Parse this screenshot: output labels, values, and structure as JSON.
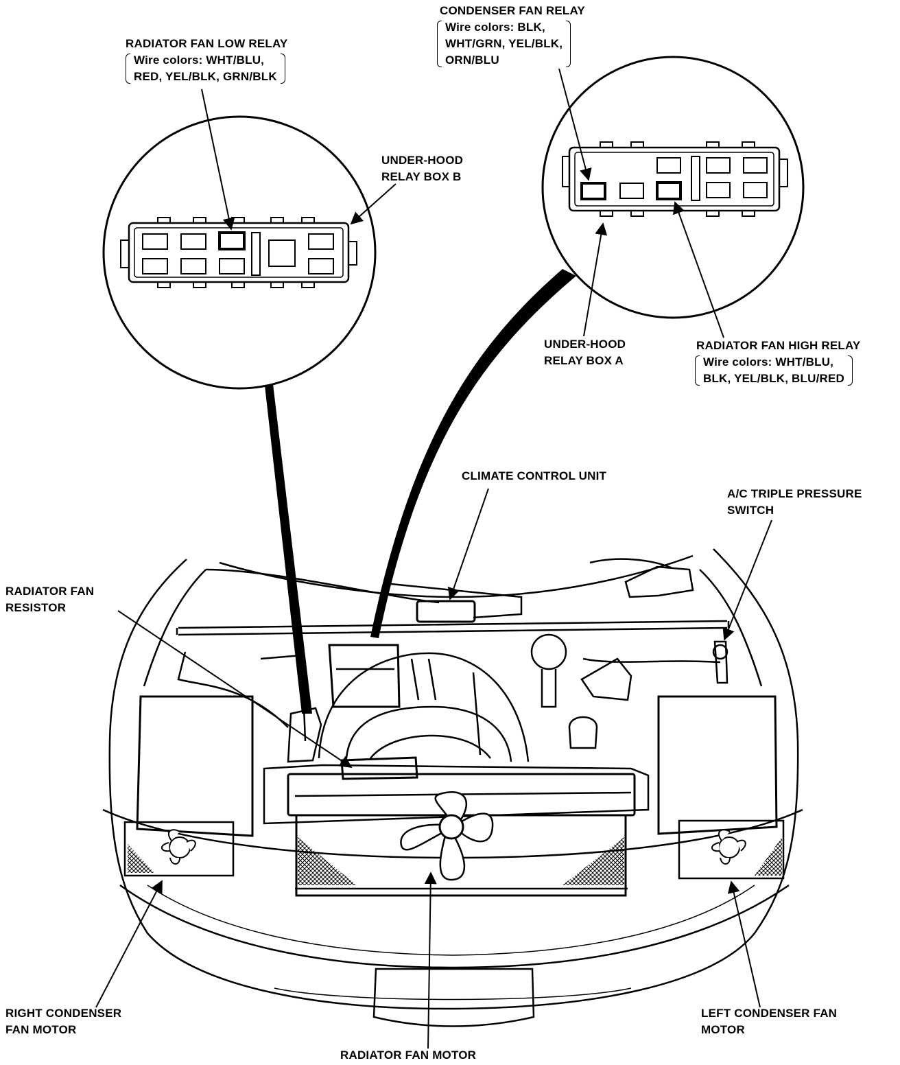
{
  "labels": {
    "radiator_fan_low_relay": {
      "title": "RADIATOR FAN LOW RELAY",
      "colors_line1": "Wire colors: WHT/BLU,",
      "colors_line2": "RED, YEL/BLK, GRN/BLK"
    },
    "condenser_fan_relay": {
      "title": "CONDENSER FAN RELAY",
      "colors_line1": "Wire colors: BLK,",
      "colors_line2": "WHT/GRN, YEL/BLK,",
      "colors_line3": "ORN/BLU"
    },
    "relay_box_b": {
      "line1": "UNDER-HOOD",
      "line2": "RELAY BOX B"
    },
    "relay_box_a": {
      "line1": "UNDER-HOOD",
      "line2": "RELAY BOX A"
    },
    "radiator_fan_high_relay": {
      "title": "RADIATOR FAN HIGH RELAY",
      "colors_line1": "Wire colors: WHT/BLU,",
      "colors_line2": "BLK, YEL/BLK, BLU/RED"
    },
    "climate_control_unit": {
      "line1": "CLIMATE CONTROL UNIT"
    },
    "ac_triple_pressure_switch": {
      "line1": "A/C TRIPLE PRESSURE",
      "line2": "SWITCH"
    },
    "radiator_fan_resistor": {
      "line1": "RADIATOR FAN",
      "line2": "RESISTOR"
    },
    "right_condenser_fan_motor": {
      "line1": "RIGHT CONDENSER",
      "line2": "FAN MOTOR"
    },
    "left_condenser_fan_motor": {
      "line1": "LEFT CONDENSER FAN",
      "line2": "MOTOR"
    },
    "radiator_fan_motor": {
      "line1": "RADIATOR FAN MOTOR"
    }
  }
}
